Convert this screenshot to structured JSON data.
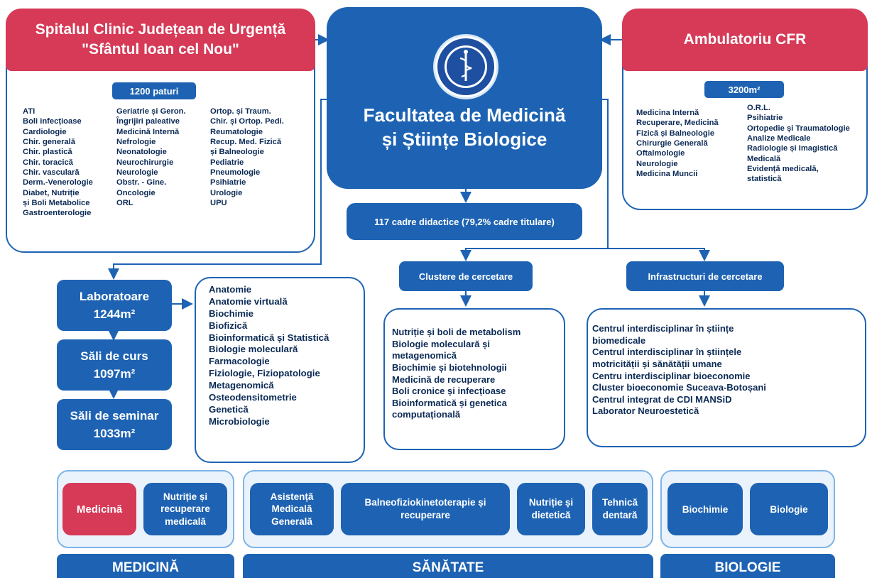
{
  "hospital": {
    "title_line1": "Spitalul Clinic Județean de Urgență",
    "title_line2": "\"Sfântul Ioan cel Nou\"",
    "badge": "1200 paturi",
    "col1": [
      "ATI",
      "Boli infecțioase",
      "Cardiologie",
      "Chir. generală",
      "Chir. plastică",
      "Chir. toracică",
      "Chir. vasculară",
      "Derm.-Venerologie",
      "Diabet, Nutriție",
      "și Boli Metabolice",
      "Gastroenterologie"
    ],
    "col2": [
      "Geriatrie și Geron.",
      "Îngrijiri paleative",
      "Medicină Internă",
      "Nefrologie",
      "Neonatologie",
      "Neurochirurgie",
      "Neurologie",
      "Obstr. - Gine.",
      "Oncologie",
      "ORL"
    ],
    "col3": [
      "Ortop. și Traum.",
      "Chir. și Ortop. Pedi.",
      "Reumatologie",
      "Recup. Med. Fizică",
      "și Balneologie",
      "Pediatrie",
      "Pneumologie",
      "Psihiatrie",
      "Urologie",
      "UPU"
    ]
  },
  "faculty": {
    "title_line1": "Facultatea de Medicină",
    "title_line2": "și Științe Biologice"
  },
  "ambulatoriu": {
    "title": "Ambulatoriu CFR",
    "badge": "3200m²",
    "col1": [
      "Medicina Internă",
      "Recuperare, Medicină",
      "Fizică și Balneologie",
      "Chirurgie Generală",
      "Oftalmologie",
      "Neurologie",
      "Medicina Muncii"
    ],
    "col2": [
      "O.R.L.",
      "Psihiatrie",
      "Ortopedie și Traumatologie",
      "Analize Medicale",
      "Radiologie și Imagistică",
      "Medicală",
      "Evidență medicală,",
      "statistică"
    ]
  },
  "staff": "117 cadre didactice (79,2% cadre titulare)",
  "spaces": [
    {
      "name": "Laboratoare",
      "area": "1244m²"
    },
    {
      "name": "Săli de curs",
      "area": "1097m²"
    },
    {
      "name": "Săli de seminar",
      "area": "1033m²"
    }
  ],
  "labs": [
    "Anatomie",
    "Anatomie virtuală",
    "Biochimie",
    "Biofizică",
    "Bioinformatică și Statistică",
    "Biologie moleculară",
    "Farmacologie",
    "Fiziologie, Fiziopatologie",
    "Metagenomică",
    "Osteodensitometrie",
    "Genetică",
    "Microbiologie"
  ],
  "clusters": {
    "title": "Clustere de cercetare",
    "items": [
      "Nutriție și boli de metabolism",
      "Biologie moleculară și",
      "metagenomică",
      "Biochimie și biotehnologii",
      "Medicină de recuperare",
      "Boli cronice și infecțioase",
      "Bioinformatică și genetica",
      "computațională"
    ]
  },
  "infra": {
    "title": "Infrastructuri de cercetare",
    "items": [
      "Centrul interdisciplinar în științe",
      "biomedicale",
      "Centrul interdisciplinar în științele",
      "motricității și sănătății umane",
      "Centru interdisciplinar bioeconomie",
      "Cluster bioeconomie Suceava-Botoșani",
      "Centrul integrat de CDI MANSiD",
      "Laborator Neuroestetică"
    ]
  },
  "programs": {
    "medicina_group": [
      "Medicină",
      "Nutriție și recuperare medicală"
    ],
    "sanatate_group": [
      "Asistență Medicală Generală",
      "Balneofiziokinetoterapie și recuperare",
      "Nutriție și dietetică",
      "Tehnică dentară"
    ],
    "biologie_group": [
      "Biochimie",
      "Biologie"
    ]
  },
  "domains": [
    "MEDICINĂ",
    "SĂNĂTATE",
    "BIOLOGIE"
  ],
  "colors": {
    "blue": "#1e63b3",
    "red": "#d63a57",
    "light": "#eaf3fc"
  }
}
